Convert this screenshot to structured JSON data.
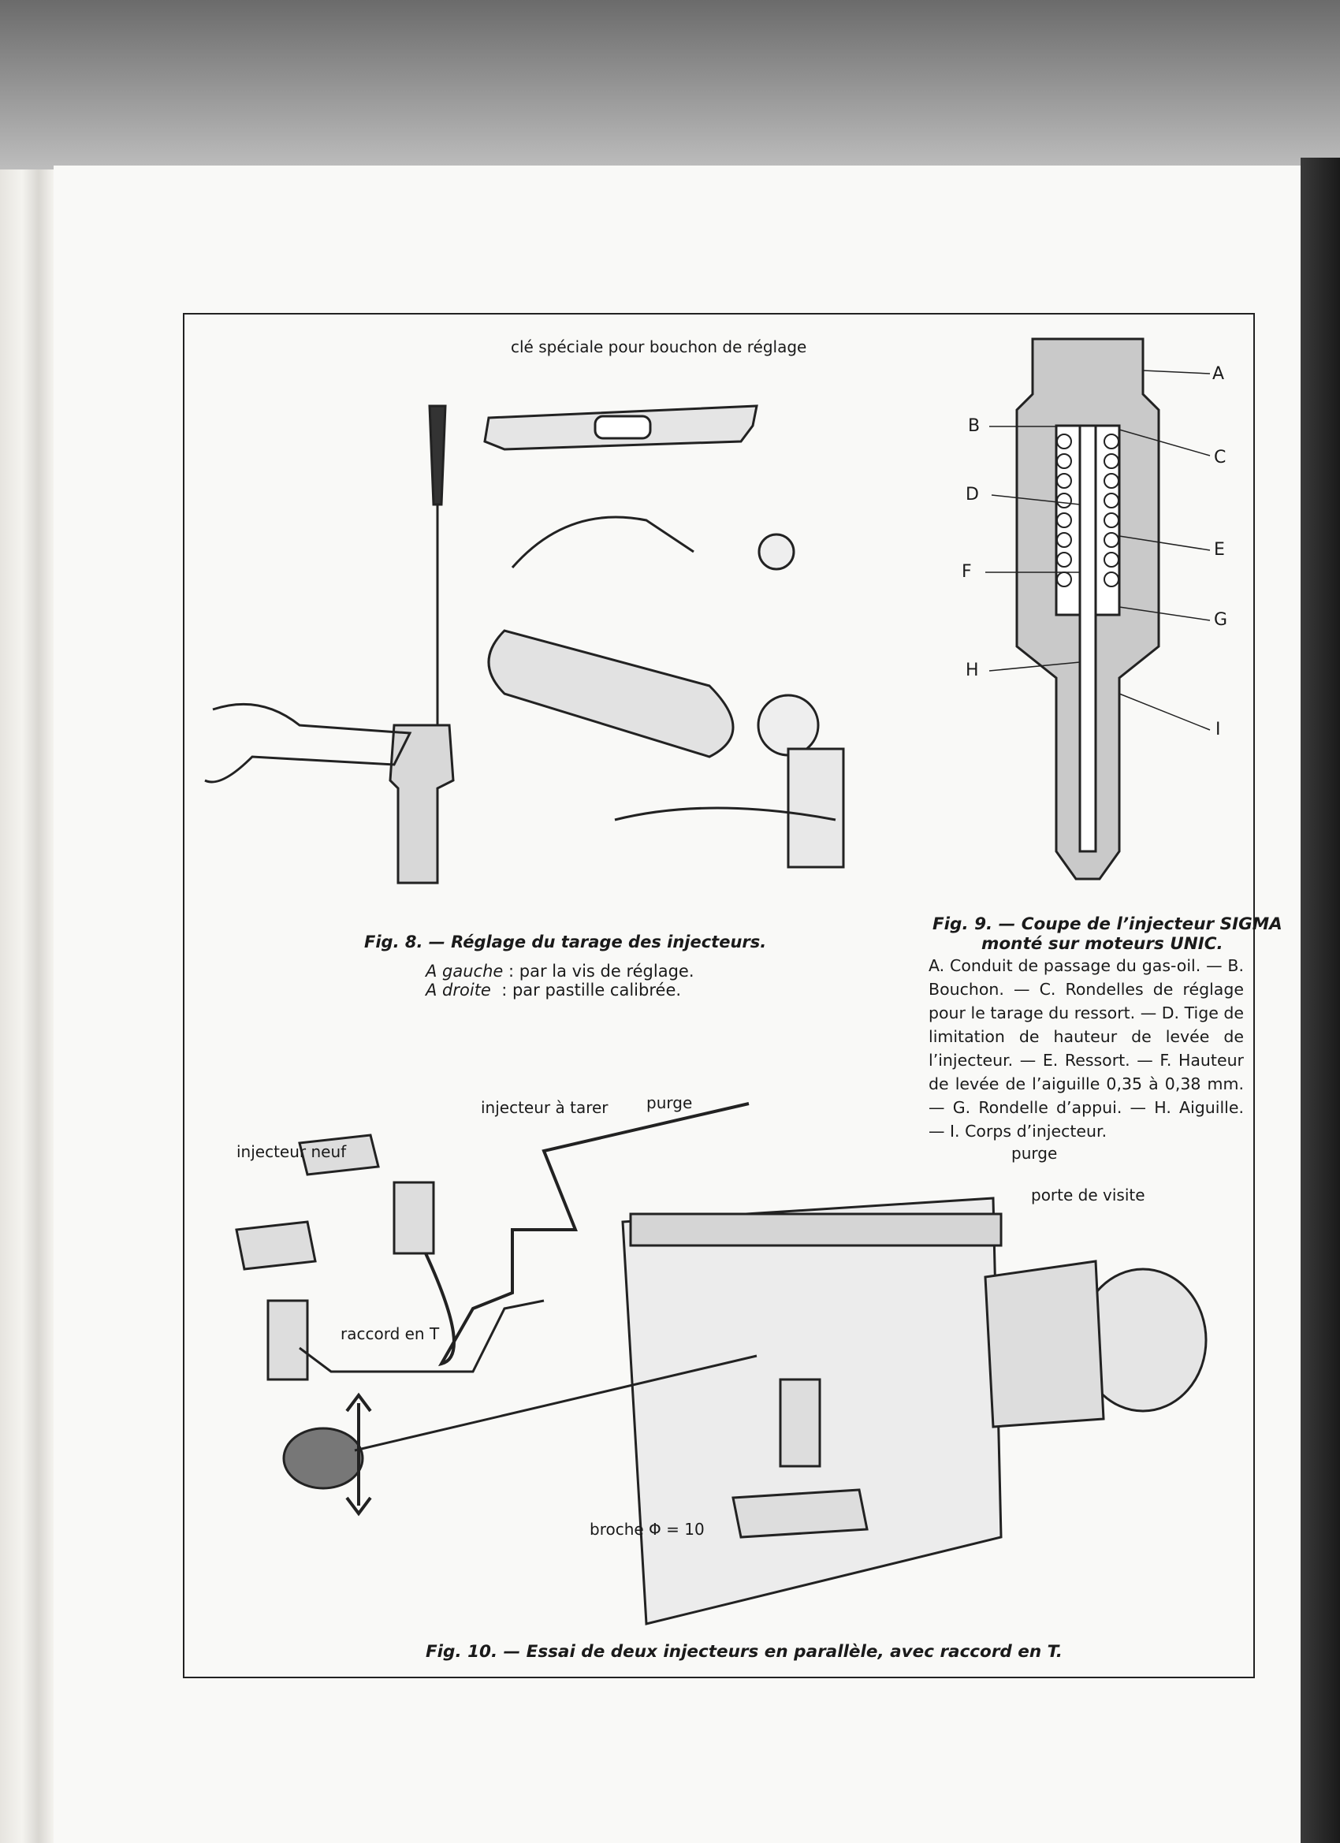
{
  "fig8": {
    "tool_label": "clé spéciale pour bouchon de réglage",
    "caption": "Fig. 8. — Réglage du tarage des injecteurs.",
    "left_prefix": "A gauche",
    "left_text": ": par la vis de réglage.",
    "right_prefix": "A droite",
    "right_text": ": par pastille calibrée."
  },
  "fig9": {
    "letters": [
      "A",
      "B",
      "C",
      "D",
      "E",
      "F",
      "G",
      "H",
      "I"
    ],
    "caption_line1": "Fig. 9. — Coupe de l’injecteur SIGMA",
    "caption_line2": "monté sur moteurs UNIC.",
    "legend": "A. Conduit de passage du gas-oil. — B. Bouchon. — C. Rondelles de réglage pour le tarage du ressort. — D. Tige de limitation de hauteur de levée de l’injecteur. — E. Ressort. — F. Hauteur de levée de l’aiguille 0,35 à 0,38 mm. — G. Rondelle d’appui. — H. Aiguille. — I. Corps d’injecteur."
  },
  "fig10": {
    "labels": {
      "injecteur_a_tarer": "injecteur à tarer",
      "purge_left": "purge",
      "injecteur_neuf": "injecteur neuf",
      "purge_right": "purge",
      "porte_de_visite": "porte de visite",
      "raccord_en_t": "raccord en T",
      "broche": "broche Φ = 10"
    },
    "caption": "Fig. 10. — Essai de deux injecteurs en parallèle, avec raccord en T."
  }
}
